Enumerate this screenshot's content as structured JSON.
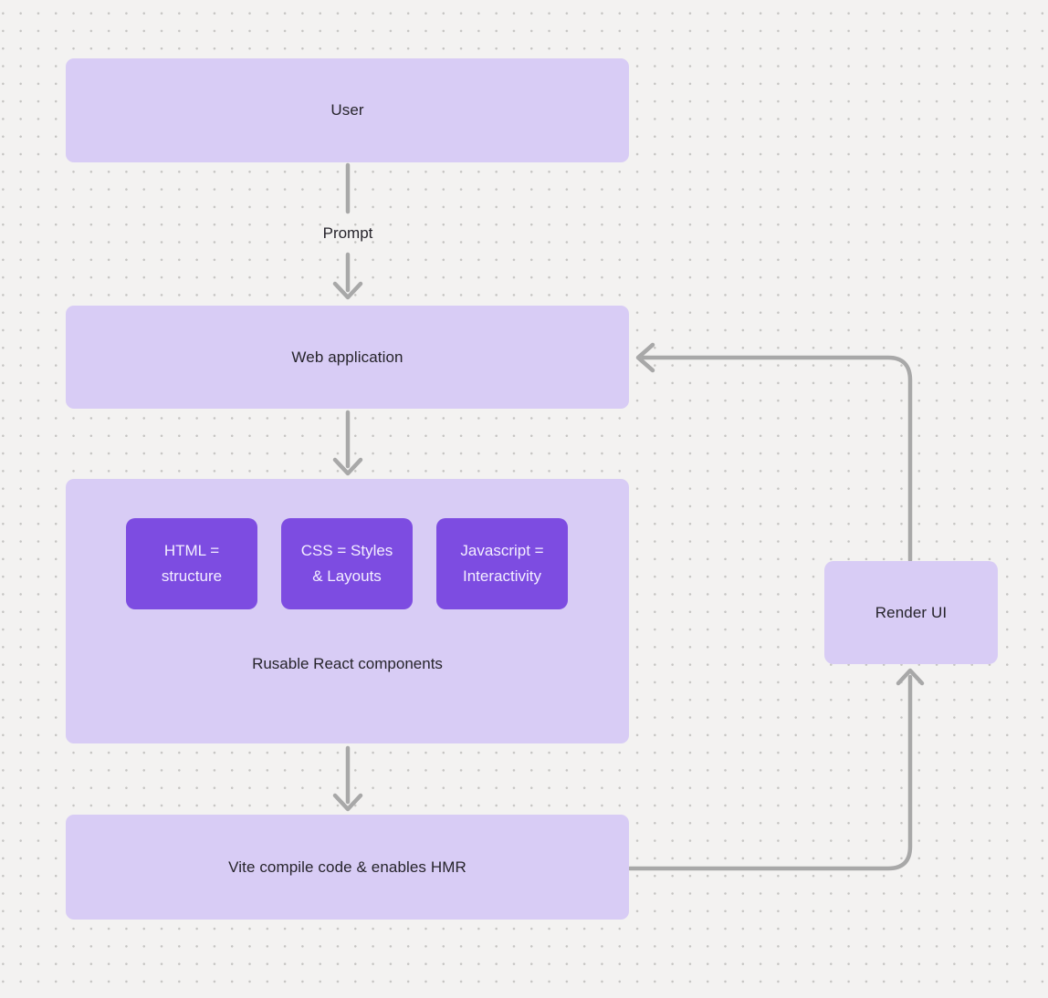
{
  "colors": {
    "bg": "#f3f2f1",
    "dot": "#c5c4c2",
    "node_fill": "#d8ccf5",
    "chip_fill": "#7d4ce1",
    "edge_color": "#a8a8a8",
    "text_dark": "#26242b",
    "text_light": "#f3eeff"
  },
  "nodes": {
    "user": {
      "label": "User"
    },
    "web_application": {
      "label": "Web application"
    },
    "components": {
      "caption": "Rusable React components",
      "chips": [
        {
          "label": "HTML =\nstructure"
        },
        {
          "label": "CSS = Styles\n& Layouts"
        },
        {
          "label": "Javascript =\nInteractivity"
        }
      ]
    },
    "vite": {
      "label": "Vite compile code & enables HMR"
    },
    "render_ui": {
      "label": "Render UI"
    }
  },
  "edges": {
    "prompt_label": "Prompt"
  }
}
